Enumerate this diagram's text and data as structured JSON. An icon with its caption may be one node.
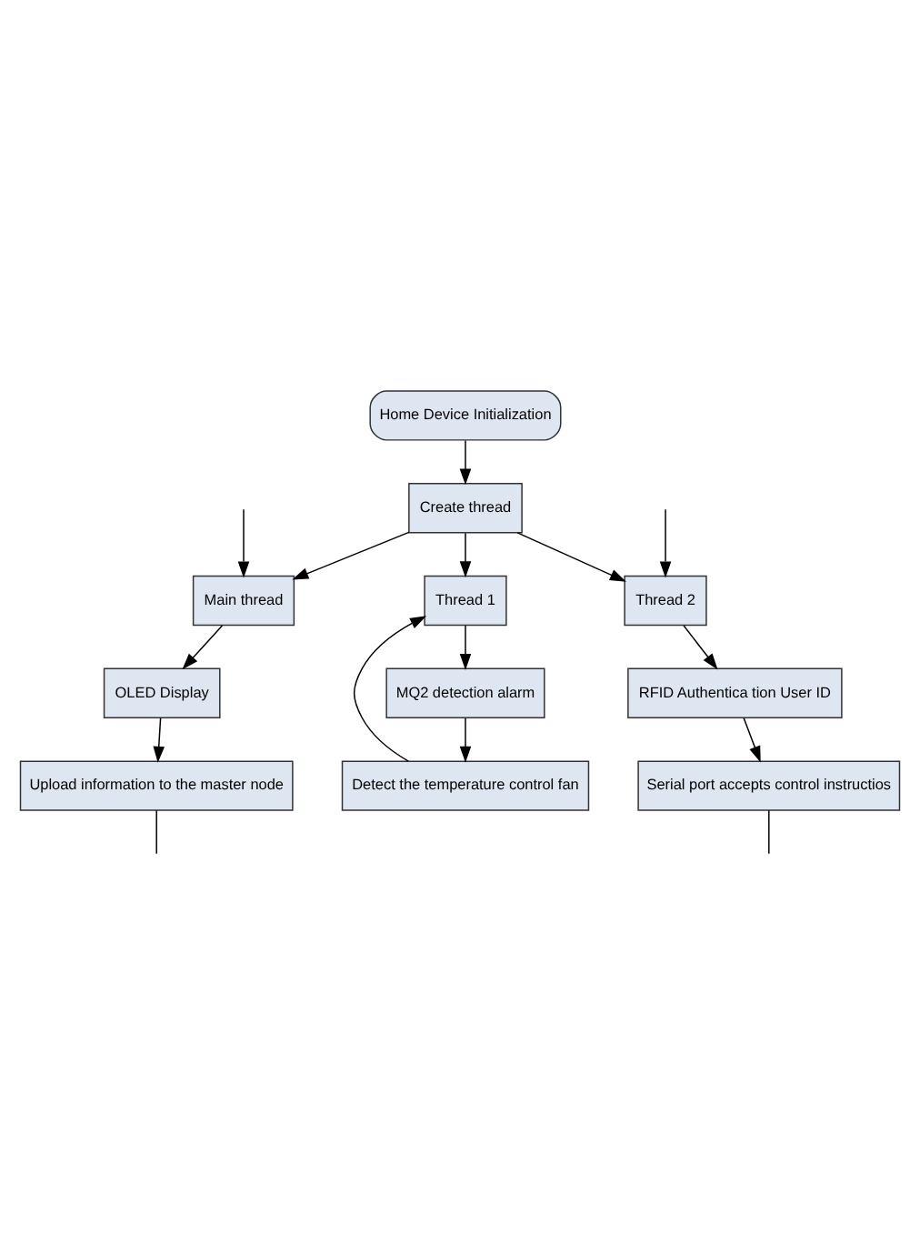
{
  "diagram": {
    "nodes": [
      {
        "text": [
          "Home Device Initialization"
        ]
      },
      {
        "text": [
          "Create thread"
        ]
      },
      {
        "text": [
          "Thread 1"
        ]
      },
      {
        "text": [
          "Main thread"
        ]
      },
      {
        "text": [
          "Thread 2"
        ]
      },
      {
        "text": [
          "MQ2 detection alarm"
        ]
      },
      {
        "text": [
          "OLED Display"
        ]
      },
      {
        "text": [
          "RFID Authentica tion User ID"
        ]
      },
      {
        "text": [
          "Detect the temperature control fan"
        ]
      },
      {
        "text": [
          "Upload information to the master node"
        ]
      },
      {
        "text": [
          "Serial port accepts control instructios"
        ]
      }
    ],
    "edges": [
      {
        "from": 0,
        "to": 1,
        "arrow": "to"
      },
      {
        "from": 1,
        "to": 2,
        "arrow": "to"
      },
      {
        "from": 1,
        "to": 3,
        "arrow": "to"
      },
      {
        "from": 1,
        "to": 4,
        "arrow": "to"
      },
      {
        "from": 2,
        "to": 5,
        "arrow": "to"
      },
      {
        "from": 5,
        "to": 8,
        "arrow": "to"
      },
      {
        "from": 8,
        "to": 2,
        "arrow": "to"
      },
      {
        "from": 3,
        "to": 6,
        "arrow": "to"
      },
      {
        "from": 6,
        "to": 9,
        "arrow": "to"
      },
      {
        "from": null,
        "to": 3,
        "arrow": "to"
      },
      {
        "from": 9,
        "to": null,
        "arrow": "none"
      },
      {
        "from": 4,
        "to": 7,
        "arrow": "to"
      },
      {
        "from": 7,
        "to": 10,
        "arrow": "to"
      },
      {
        "from": null,
        "to": 4,
        "arrow": "to"
      },
      {
        "from": 10,
        "to": null,
        "arrow": "none"
      }
    ]
  }
}
